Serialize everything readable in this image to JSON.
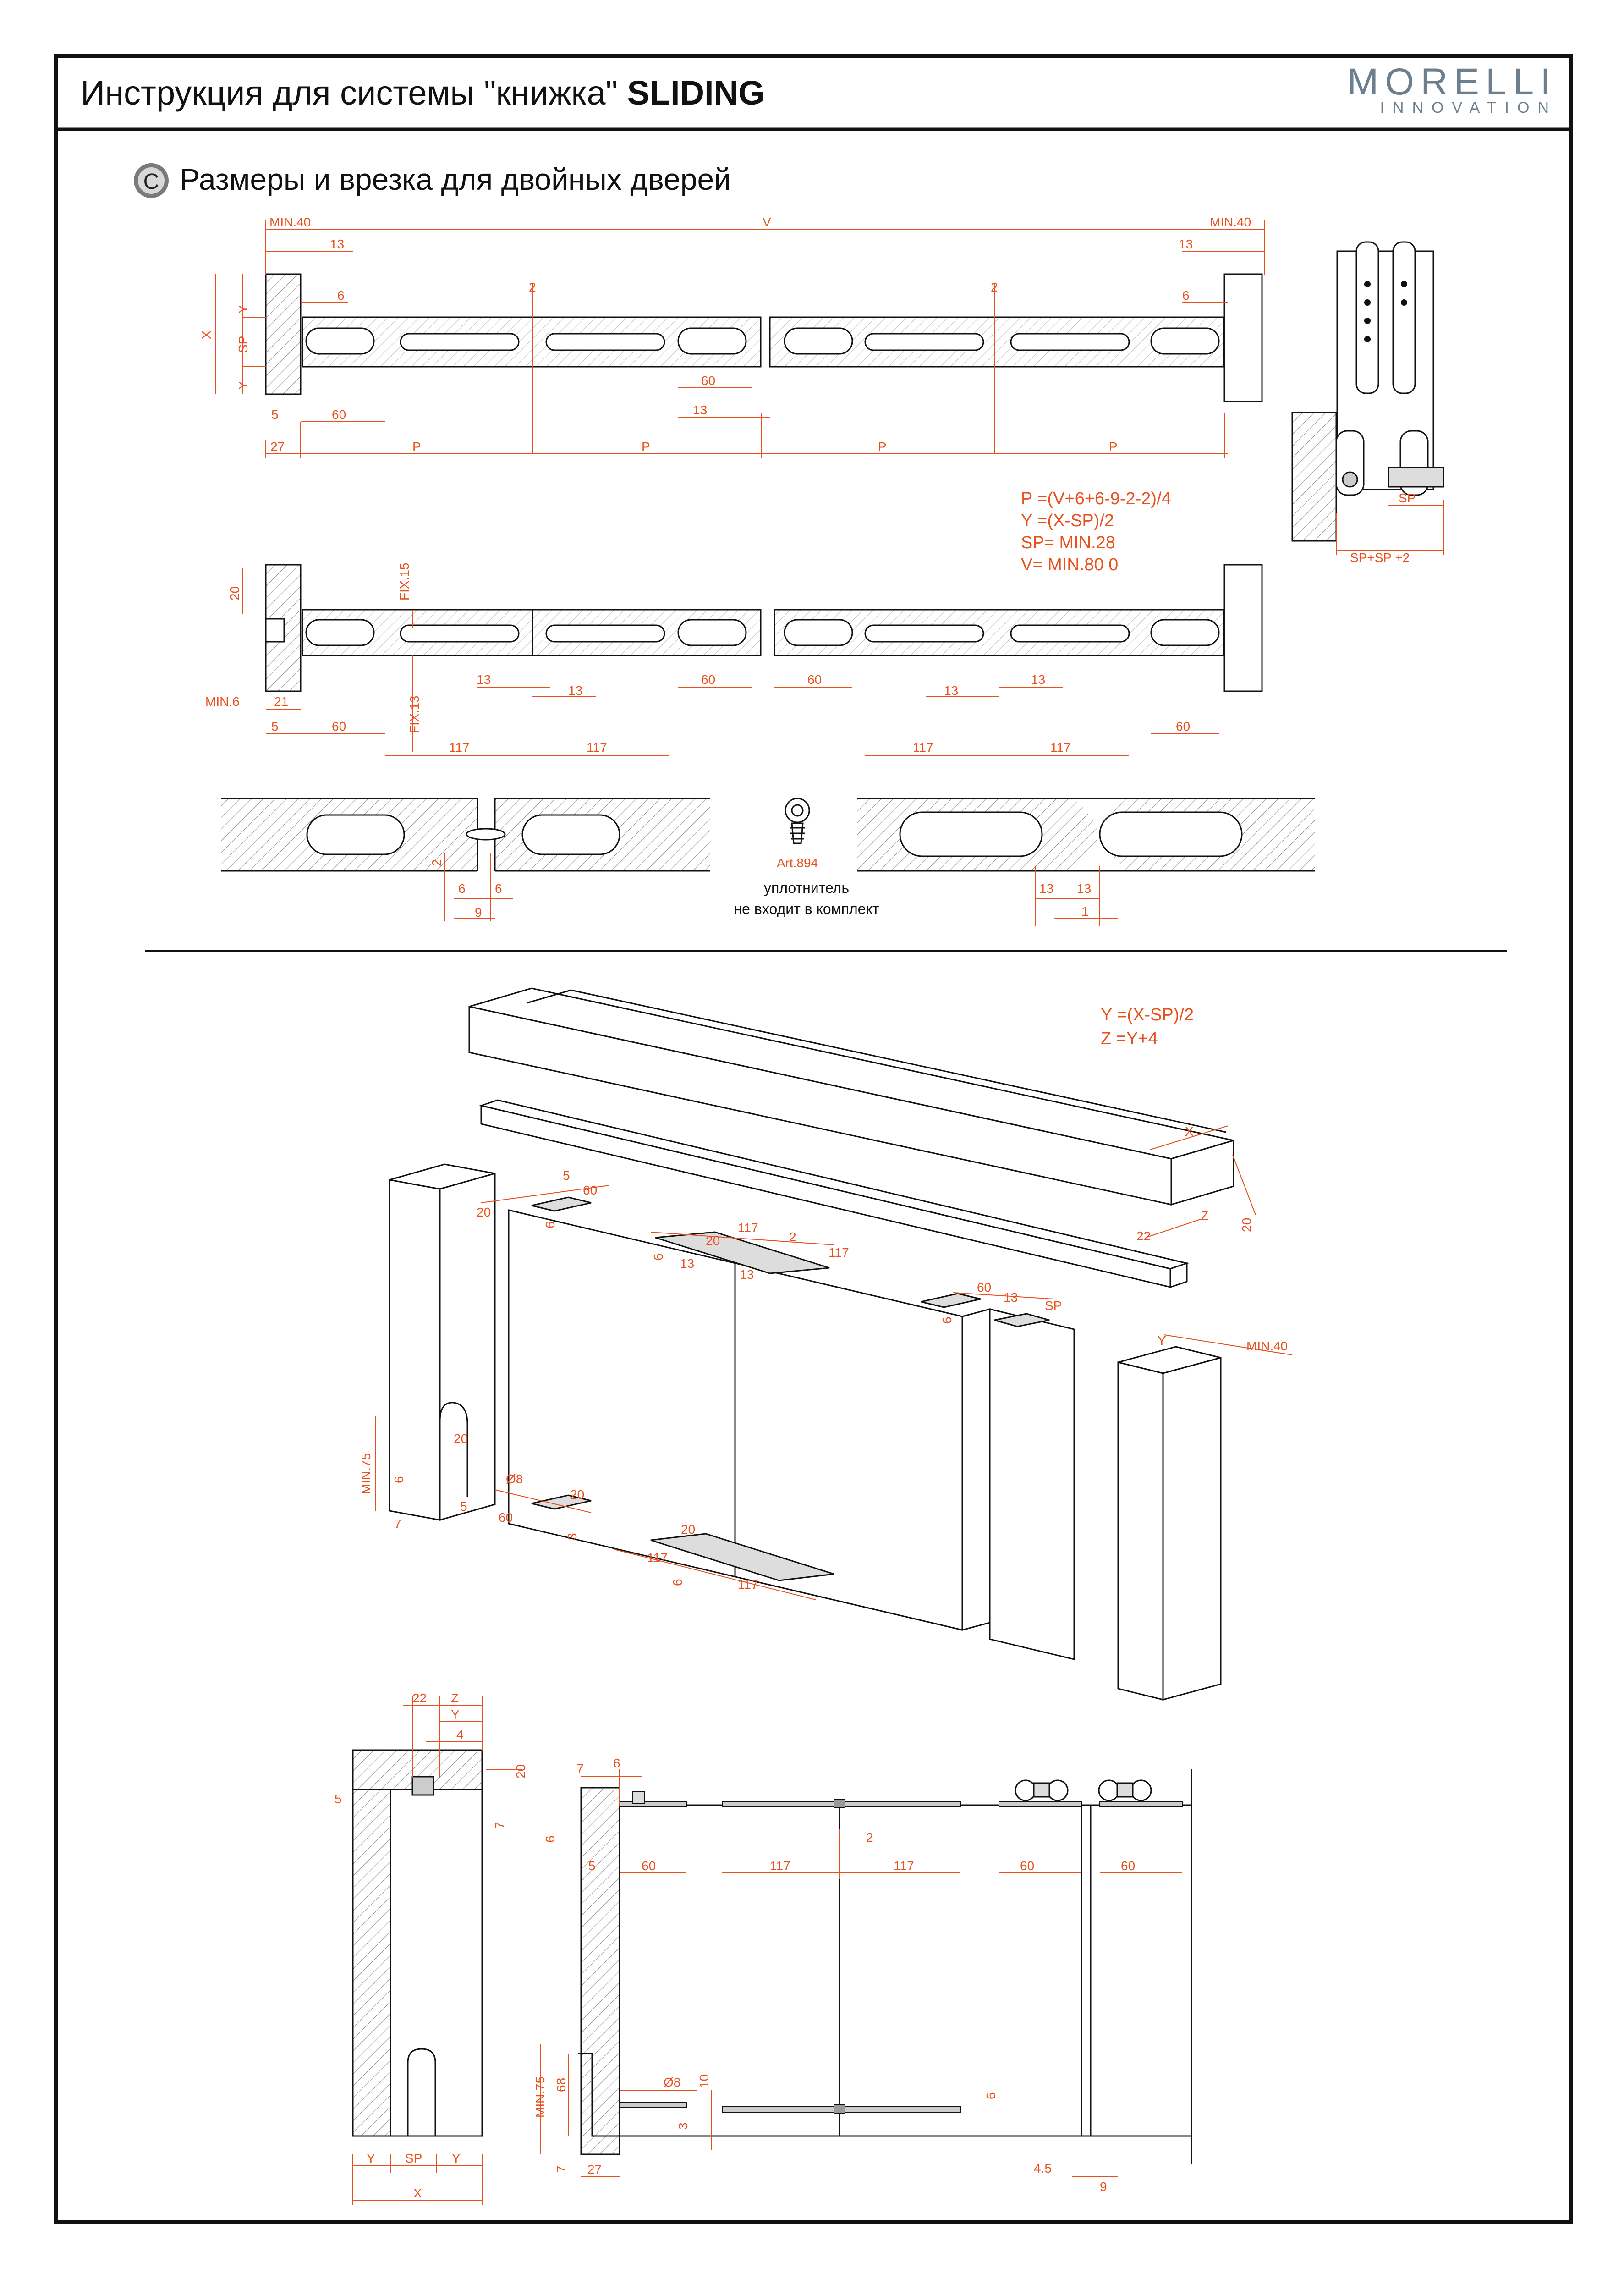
{
  "header": {
    "title_prefix": "Инструкция для системы \"книжка\" ",
    "title_bold": "SLIDING",
    "logo_top": "MORELLI",
    "logo_bottom": "INNOVATION"
  },
  "section": {
    "badge": "C",
    "title": "Размеры и врезка для двойных дверей"
  },
  "top_plan": {
    "labels": [
      "MIN.40",
      "V",
      "MIN.40",
      "13",
      "13",
      "6",
      "6",
      "2",
      "2",
      "X",
      "Y",
      "SP",
      "Y",
      "60",
      "60",
      "13",
      "5",
      "60",
      "27",
      "P",
      "P",
      "P",
      "P"
    ]
  },
  "formulas": [
    "P =(V+6+6-9-2-2)/4",
    "Y =(X-SP)/2",
    "SP= MIN.28",
    "V= MIN.80 0"
  ],
  "side_detail": {
    "labels": [
      "SP",
      "SP+SP +2"
    ]
  },
  "second_plan": {
    "labels": [
      "20",
      "FIX.15",
      "FIX.13",
      "MIN.6",
      "21",
      "5",
      "60",
      "13",
      "13",
      "60",
      "60",
      "13",
      "13",
      "60",
      "117",
      "117",
      "117",
      "117"
    ]
  },
  "seal_detail": {
    "art": "Art.894",
    "note_line1": "уплотнитель",
    "note_line2": "не входит в комплект",
    "labels": [
      "2",
      "6",
      "6",
      "9",
      "13",
      "13",
      "1"
    ]
  },
  "iso_formulas": [
    "Y =(X-SP)/2",
    "Z =Y+4"
  ],
  "iso_labels": [
    "X",
    "22",
    "Z",
    "20",
    "5",
    "60",
    "20",
    "6",
    "117",
    "20",
    "2",
    "117",
    "6",
    "13",
    "13",
    "60",
    "13",
    "SP",
    "6",
    "Y",
    "MIN.40",
    "MIN.75",
    "20",
    "Ø8",
    "20",
    "6",
    "7",
    "5",
    "60",
    "3",
    "20",
    "117",
    "6",
    "117"
  ],
  "section_view": {
    "labels": [
      "22",
      "Z",
      "Y",
      "4",
      "20",
      "5",
      "7",
      "MIN.75",
      "68",
      "7",
      "Y",
      "SP",
      "Y",
      "X",
      "27"
    ]
  },
  "front_view": {
    "labels": [
      "7",
      "6",
      "6",
      "5",
      "60",
      "117",
      "2",
      "117",
      "60",
      "60",
      "Ø8",
      "10",
      "3",
      "6",
      "4.5",
      "9"
    ]
  },
  "colors": {
    "accent": "#e8501e",
    "line": "#1a1a1a",
    "hatch": "#9a9a9a",
    "logo": "#6d7f8c"
  }
}
